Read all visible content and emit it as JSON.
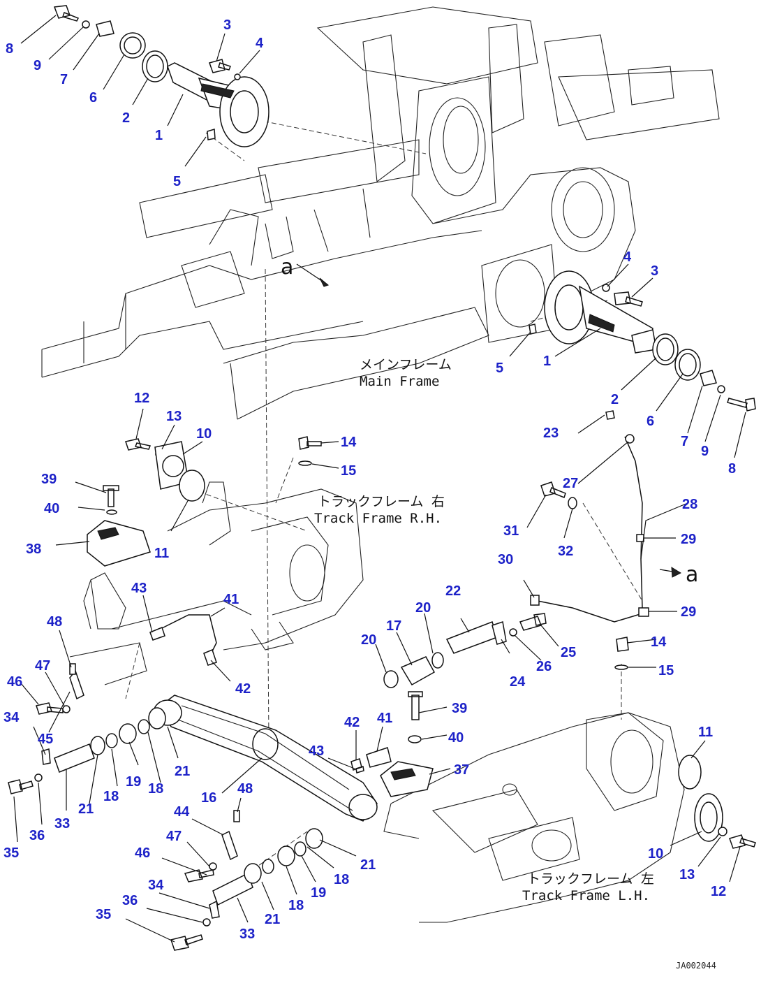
{
  "diagram": {
    "labels": {
      "main_frame_jp": "メインフレーム",
      "main_frame_en": "Main Frame",
      "track_frame_rh_jp": "トラックフレーム 右",
      "track_frame_rh_en": "Track Frame R.H.",
      "track_frame_lh_jp": "トラックフレーム 左",
      "track_frame_lh_en": "Track Frame L.H.",
      "ref_a": "a",
      "drawing_code": "JA002044"
    },
    "callout_color": "#1d22c8",
    "callouts": [
      "8",
      "9",
      "7",
      "6",
      "2",
      "1",
      "3",
      "4",
      "5",
      "4",
      "3",
      "5",
      "1",
      "2",
      "6",
      "7",
      "9",
      "8",
      "12",
      "13",
      "10",
      "39",
      "40",
      "38",
      "11",
      "14",
      "15",
      "23",
      "27",
      "28",
      "31",
      "32",
      "29",
      "30",
      "29",
      "22",
      "20",
      "17",
      "20",
      "41",
      "43",
      "48",
      "47",
      "46",
      "34",
      "45",
      "42",
      "14",
      "15",
      "39",
      "42",
      "41",
      "40",
      "37",
      "11",
      "43",
      "24",
      "26",
      "25",
      "21",
      "18",
      "19",
      "18",
      "21",
      "33",
      "36",
      "35",
      "16",
      "48",
      "44",
      "47",
      "46",
      "34",
      "36",
      "35",
      "33",
      "21",
      "18",
      "19",
      "18",
      "21",
      "10",
      "13",
      "12"
    ]
  }
}
